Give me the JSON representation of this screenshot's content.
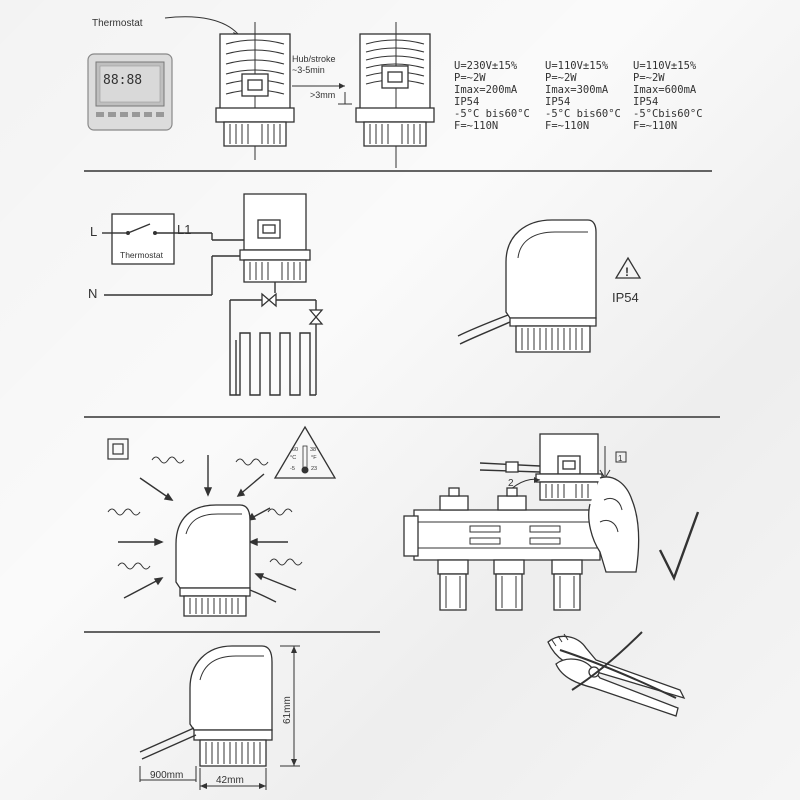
{
  "section1": {
    "thermostat_label": "Thermostat",
    "stroke_label_1": "Hub/stroke",
    "stroke_label_2": "~3-5min",
    "stroke_distance": ">3mm"
  },
  "specs": [
    {
      "lines": [
        "U=230V±15%",
        "P=~2W",
        "Imax=200mA",
        "IP54",
        "-5°C bis60°C",
        "F=~110N"
      ]
    },
    {
      "lines": [
        "U=110V±15%",
        "P=~2W",
        "Imax=300mA",
        "IP54",
        "-5°C bis60°C",
        "F=~110N"
      ]
    },
    {
      "lines": [
        "U=110V±15%",
        "P=~2W",
        "Imax=600mA",
        "IP54",
        "-5°Cbis60°C",
        "F=~110N"
      ]
    }
  ],
  "section2": {
    "terminal_L": "L",
    "terminal_L1": "L1",
    "terminal_N": "N",
    "thermostat_label": "Thermostat",
    "ip_rating": "IP54"
  },
  "section3": {
    "temp_icon_values": [
      "60",
      "38",
      "°C",
      "°F",
      "-5",
      "23"
    ],
    "step_number_1": "1",
    "step_number_2": "2"
  },
  "section4": {
    "height_dim": "61mm",
    "cable_dim": "900mm",
    "width_dim": "42mm"
  }
}
